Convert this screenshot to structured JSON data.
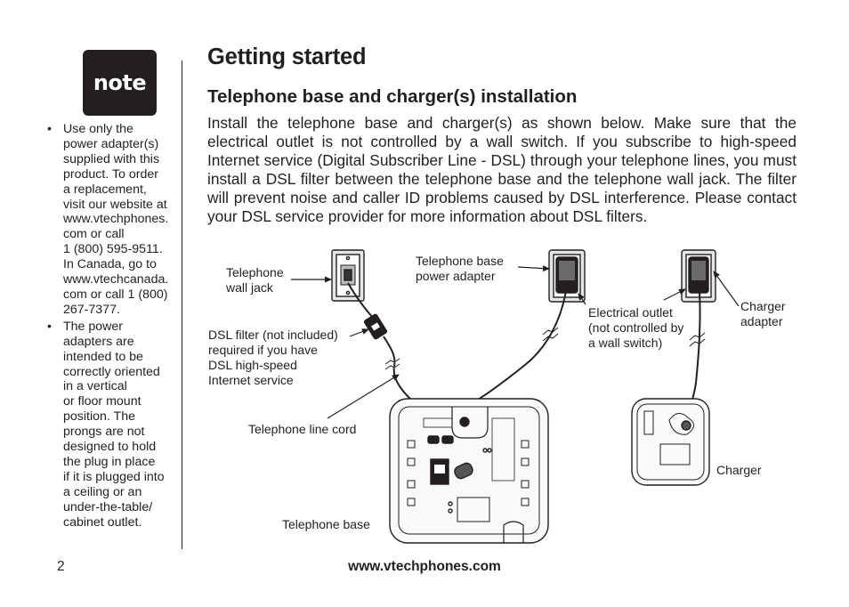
{
  "note_label": "note",
  "sidebar": {
    "bullet": "•",
    "notes": [
      "Use only the\npower adapter(s)\nsupplied with this\nproduct. To order\na replacement,\nvisit our website at\nwww.vtechphones.\ncom or call\n1 (800) 595-9511.\nIn Canada, go to\nwww.vtechcanada.\ncom or call 1 (800)\n267-7377.",
      "The power\nadapters are\nintended to be\ncorrectly oriented\nin a vertical\nor floor mount\nposition. The\nprongs are not\ndesigned to hold\nthe plug in place\nif it is plugged into\na ceiling or an\nunder-the-table/\ncabinet outlet."
    ]
  },
  "title": "Getting started",
  "subtitle": "Telephone base and charger(s) installation",
  "intro": "Install the telephone base and charger(s) as shown below. Make sure that the electrical outlet is not controlled by a wall switch. If you subscribe to high-speed Internet service (Digital Subscriber Line - DSL) through your telephone lines, you must install a DSL filter between the telephone base and the telephone wall jack. The filter will prevent noise and caller ID problems caused by DSL interference. Please contact your DSL service provider for more information about DSL filters.",
  "diagram": {
    "telephone_wall_jack": "Telephone\nwall jack",
    "base_power_adapter": "Telephone base\npower adapter",
    "electrical_outlet": "Electrical outlet\n(not controlled by\na wall switch)",
    "charger_adapter": "Charger\nadapter",
    "dsl_filter": "DSL filter (not included)\nrequired if you have\nDSL high-speed\nInternet service",
    "line_cord": "Telephone line cord",
    "telephone_base": "Telephone base",
    "charger": "Charger"
  },
  "footer": {
    "page_number": "2",
    "url": "www.vtechphones.com"
  }
}
